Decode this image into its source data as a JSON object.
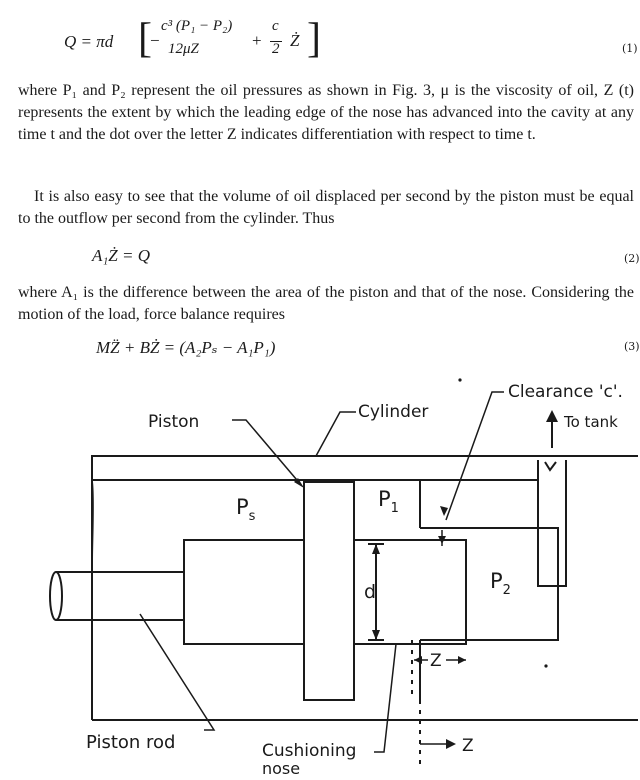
{
  "equations": {
    "eq1": {
      "lhs": "Q = πd",
      "t1_num": "c³ (P₁ − P₂)",
      "t1_sign": "−",
      "t1_den": "12μZ",
      "plus": "+",
      "t2_num": "c",
      "t2_den": "2",
      "t2_var": "Ż",
      "number": "(1)"
    },
    "eq2": {
      "text": "A₁Ż = Q",
      "number": "(2)"
    },
    "eq3": {
      "text": "MZ̈ + BŻ = (A₂Pₛ − A₁P₁)",
      "number": "(3)"
    }
  },
  "paragraphs": {
    "p1": "where P₁ and P₂ represent the oil pressures as shown in Fig. 3, μ is the viscosity of oil, Z (t) represents the extent by which the leading edge of the nose has advanced into the cavity at any time t and the dot over the letter Z indicates differentiation with respect to time t.",
    "p2": "It is also easy to see that the volume of oil displaced per second by the piston must be equal to the outflow per second from the cylinder. Thus",
    "p3": "where A₁ is the difference between the area of the piston and that of the nose. Considering the motion of the load, force balance requires"
  },
  "figure": {
    "labels": {
      "piston": "Piston",
      "cylinder": "Cylinder",
      "clearance": "Clearance 'c'.",
      "to_tank": "To tank",
      "ps": "P",
      "ps_sub": "s",
      "p1": "P",
      "p1_sub": "1",
      "p2": "P",
      "p2_sub": "2",
      "d": "d",
      "z_gap": "Z",
      "z_axis": "Z",
      "piston_rod": "Piston rod",
      "cushioning": "Cushioning",
      "nose": "nose"
    }
  }
}
